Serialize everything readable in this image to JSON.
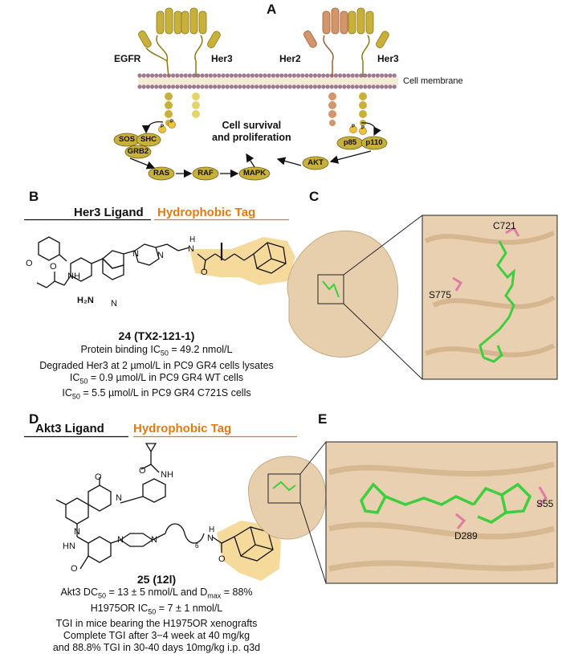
{
  "panels": {
    "a": {
      "label": "A",
      "receptors": [
        "EGFR",
        "Her3",
        "Her2",
        "Her3"
      ],
      "membrane_label": "Cell membrane",
      "center_text": [
        "Cell survival",
        "and proliferation"
      ],
      "nodes": {
        "sos": "SOS",
        "shc": "SHC",
        "grb2": "GRB2",
        "ras": "RAS",
        "raf": "RAF",
        "mapk": "MAPK",
        "akt": "AKT",
        "p85": "p85",
        "p110": "p110"
      },
      "phospho": "P"
    },
    "b": {
      "label": "B",
      "left_header": "Her3 Ligand",
      "right_header": "Hydrophobic Tag",
      "atoms": {
        "o": "O",
        "nh": "NH",
        "nh2": "NH",
        "h2n": "H₂N",
        "n1": "N",
        "n2": "N",
        "n3": "N",
        "n4": "N",
        "n5": "N",
        "h": "H"
      },
      "compound": "24 (TX2-121-1)",
      "lines": [
        {
          "pre": "Protein binding IC",
          "sub": "50",
          "post": " = 49.2 nmol/L"
        },
        {
          "pre": "Degraded Her3 at 2 µmol/L in PC9 GR4 cells lysates",
          "sub": "",
          "post": ""
        },
        {
          "pre": "IC",
          "sub": "50",
          "post": " = 0.9 µmol/L in PC9 GR4 WT cells"
        },
        {
          "pre": "IC",
          "sub": "50",
          "post": " = 5.5 µmol/L in PC9 GR4 C721S cells"
        }
      ]
    },
    "c": {
      "label": "C",
      "residues": [
        "C721",
        "S775"
      ]
    },
    "d": {
      "label": "D",
      "left_header": "Akt3 Ligand",
      "right_header": "Hydrophobic Tag",
      "atoms": {
        "o": "O",
        "nh": "NH",
        "hn": "HN",
        "n": "N",
        "n6": "6",
        "h": "H"
      },
      "compound": "25 (12l)",
      "lines": [
        {
          "pre": "Akt3 DC",
          "sub": "50",
          "post": " = 13 ± 5 nmol/L and D",
          "sub2": "max",
          "post2": " = 88%"
        },
        {
          "pre": "H1975OR IC",
          "sub": "50",
          "post": " = 7 ± 1 nmol/L"
        },
        {
          "pre": "TGI in mice bearing the H1975OR xenografts",
          "sub": "",
          "post": ""
        },
        {
          "pre": "Complete TGI after 3−4 week at 40 mg/kg",
          "sub": "",
          "post": ""
        },
        {
          "pre": "and 88.8% TGI in 30-40 days 10mg/kg i.p. q3d",
          "sub": "",
          "post": ""
        }
      ]
    },
    "e": {
      "label": "E",
      "residues": [
        "D289",
        "S55"
      ]
    }
  },
  "colors": {
    "olive": "#c8b03a",
    "olive_dark": "#8a7a18",
    "salmon": "#d4956a",
    "membrane_head": "#a07a92",
    "orange": "#e07b12",
    "tag_fill": "#f3d48a",
    "protein_surface": "#e7cfae",
    "ligand": "#3fce3f",
    "residue": "#e07aa6"
  }
}
